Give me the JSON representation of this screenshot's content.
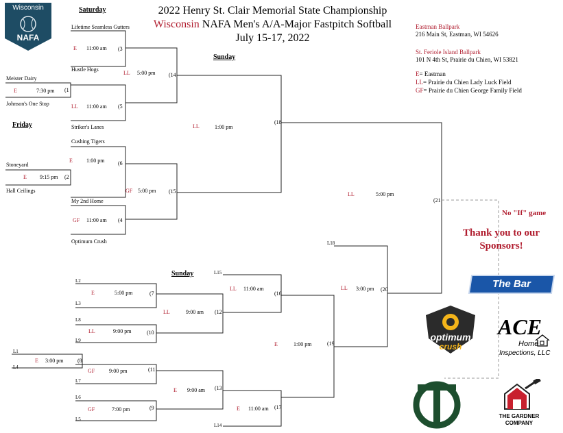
{
  "header": {
    "title1": "2022 Henry St. Clair Memorial State Championship",
    "title2_red": "Wisconsin",
    "title2_rest": " NAFA Men's A/A-Major Fastpitch Softball",
    "title3": "July 15-17, 2022"
  },
  "badge": {
    "top": "Wisconsin",
    "bottom": "NAFA"
  },
  "days": {
    "saturday": "Saturday",
    "sunday_top": "Sunday",
    "friday": "Friday",
    "sunday_bottom": "Sunday"
  },
  "venues": {
    "v1_name": "Eastman Ballpark",
    "v1_addr": "216 Main St, Eastman, WI 54626",
    "v2_name": "St. Feriole Island Ballpark",
    "v2_addr": "101 N 4th St, Prairie du Chien, WI 53821",
    "k1_code": "E",
    "k1_text": "= Eastman",
    "k2_code": "LL",
    "k2_text": "= Prairie du Chien Lady Luck Field",
    "k3_code": "GF",
    "k3_text": "= Prairie du Chien George Family Field"
  },
  "teams": {
    "lifetime": "Lifetime Seamless Gutters",
    "hustle": "Hustle Hogs",
    "meister": "Meister Dairy",
    "johnsons": "Johnson's One Stop",
    "strikers": "Striker's Lanes",
    "cushing": "Cushing Tigers",
    "stoneyard": "Stoneyard",
    "hall": "Hall Ceilings",
    "my2nd": "My 2nd Home",
    "optimum": "Optimum Crush"
  },
  "games": {
    "g1": {
      "field": "E",
      "time": "7:30 pm",
      "num": "(1"
    },
    "g2": {
      "field": "E",
      "time": "9:15 pm",
      "num": "(2"
    },
    "g3": {
      "field": "E",
      "time": "11:00 am",
      "num": "(3"
    },
    "g4": {
      "field": "GF",
      "time": "11:00 am",
      "num": "(4"
    },
    "g5": {
      "field": "LL",
      "time": "11:00 am",
      "num": "(5"
    },
    "g6": {
      "field": "E",
      "time": "1:00 pm",
      "num": "(6"
    },
    "g7": {
      "field": "E",
      "time": "5:00 pm",
      "num": "(7"
    },
    "g8": {
      "field": "E",
      "time": "3:00 pm",
      "num": "(8"
    },
    "g9": {
      "field": "GF",
      "time": "7:00 pm",
      "num": "(9"
    },
    "g10": {
      "field": "LL",
      "time": "9:00 pm",
      "num": "(10"
    },
    "g11": {
      "field": "GF",
      "time": "9:00 pm",
      "num": "(11"
    },
    "g12": {
      "field": "LL",
      "time": "9:00 am",
      "num": "(12"
    },
    "g13": {
      "field": "E",
      "time": "9:00 am",
      "num": "(13"
    },
    "g14": {
      "field": "LL",
      "time": "5:00 pm",
      "num": "(14"
    },
    "g15": {
      "field": "GF",
      "time": "5:00 pm",
      "num": "(15"
    },
    "g16": {
      "field": "LL",
      "time": "11:00 am",
      "num": "(16"
    },
    "g17": {
      "field": "E",
      "time": "11:00 am",
      "num": "(17"
    },
    "g18": {
      "field": "LL",
      "time": "1:00 pm",
      "num": "(18"
    },
    "g19": {
      "field": "E",
      "time": "1:00 pm",
      "num": "(19"
    },
    "g20": {
      "field": "LL",
      "time": "3:00 pm",
      "num": "(20"
    },
    "g21": {
      "field": "LL",
      "time": "5:00 pm",
      "num": "(21"
    }
  },
  "losers": {
    "L1": "L1",
    "L2": "L2",
    "L3": "L3",
    "L4": "L4",
    "L5": "L5",
    "L6": "L6",
    "L7": "L7",
    "L8": "L8",
    "L9": "L9",
    "L14": "L14",
    "L15": "L15",
    "L18": "L18"
  },
  "no_if": "No \"If\" game",
  "thanks": "Thank you to our Sponsors!",
  "sponsors": {
    "bar": "The Bar",
    "optimum1": "optimum",
    "optimum2": "crush",
    "ace1": "ACE",
    "ace2": "Home",
    "ace3": "Inspections, LLC",
    "gardner1": "THE GARDNER",
    "gardner2": "COMPANY"
  }
}
